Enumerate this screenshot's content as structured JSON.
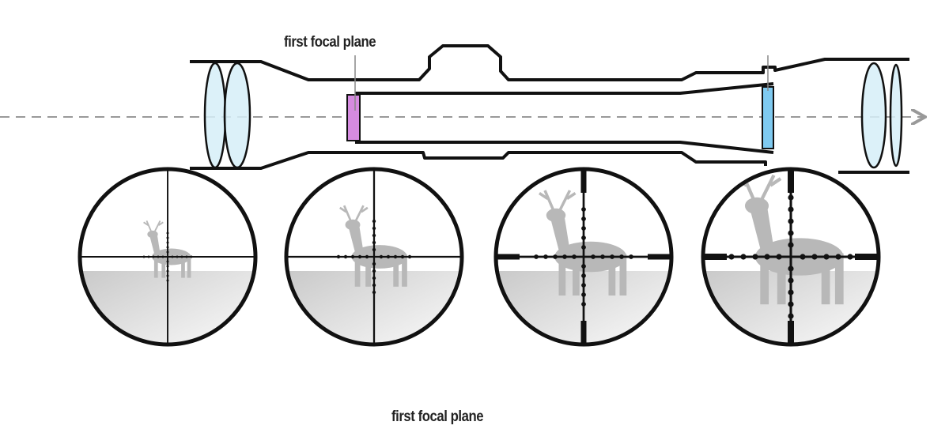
{
  "diagram": {
    "top_label": "first focal plane",
    "caption": "first focal plane",
    "colors": {
      "outline": "#111111",
      "lens_fill": "#d6eef8",
      "reticle_fp1": "#d58be0",
      "reticle_fp2": "#7fcaf0",
      "axis": "#999999",
      "deer": "#b8b8b8"
    },
    "magnification_steps": [
      1,
      2,
      3,
      4
    ]
  }
}
